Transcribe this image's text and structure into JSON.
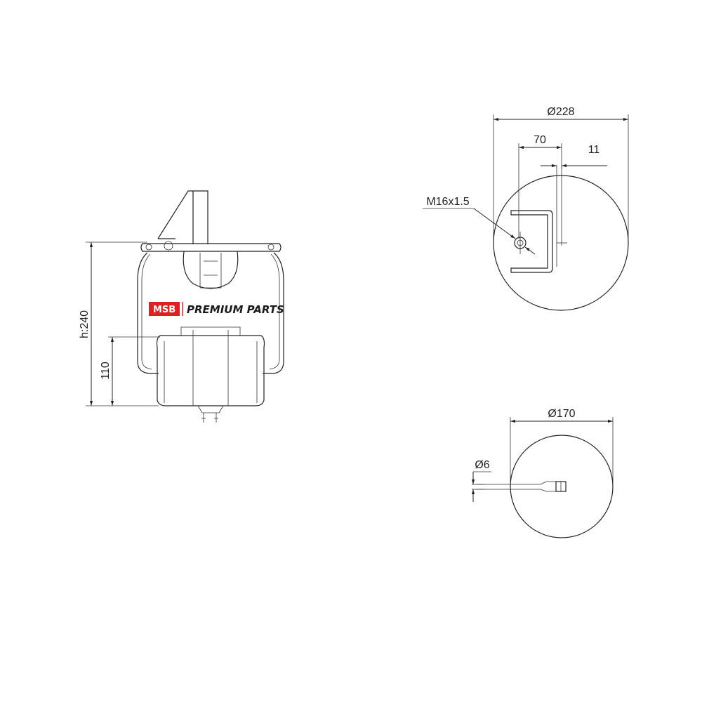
{
  "logo": {
    "badge": "MSB",
    "text": "PREMIUM PARTS",
    "badge_color": "#e02020"
  },
  "side_view": {
    "height_label": "h:240",
    "piston_label": "110"
  },
  "top_view": {
    "diameter_label": "Ø228",
    "offset_label": "70",
    "width_label": "11",
    "thread_label": "M16x1.5"
  },
  "bottom_view": {
    "diameter_label": "Ø170",
    "pin_label": "Ø6"
  }
}
